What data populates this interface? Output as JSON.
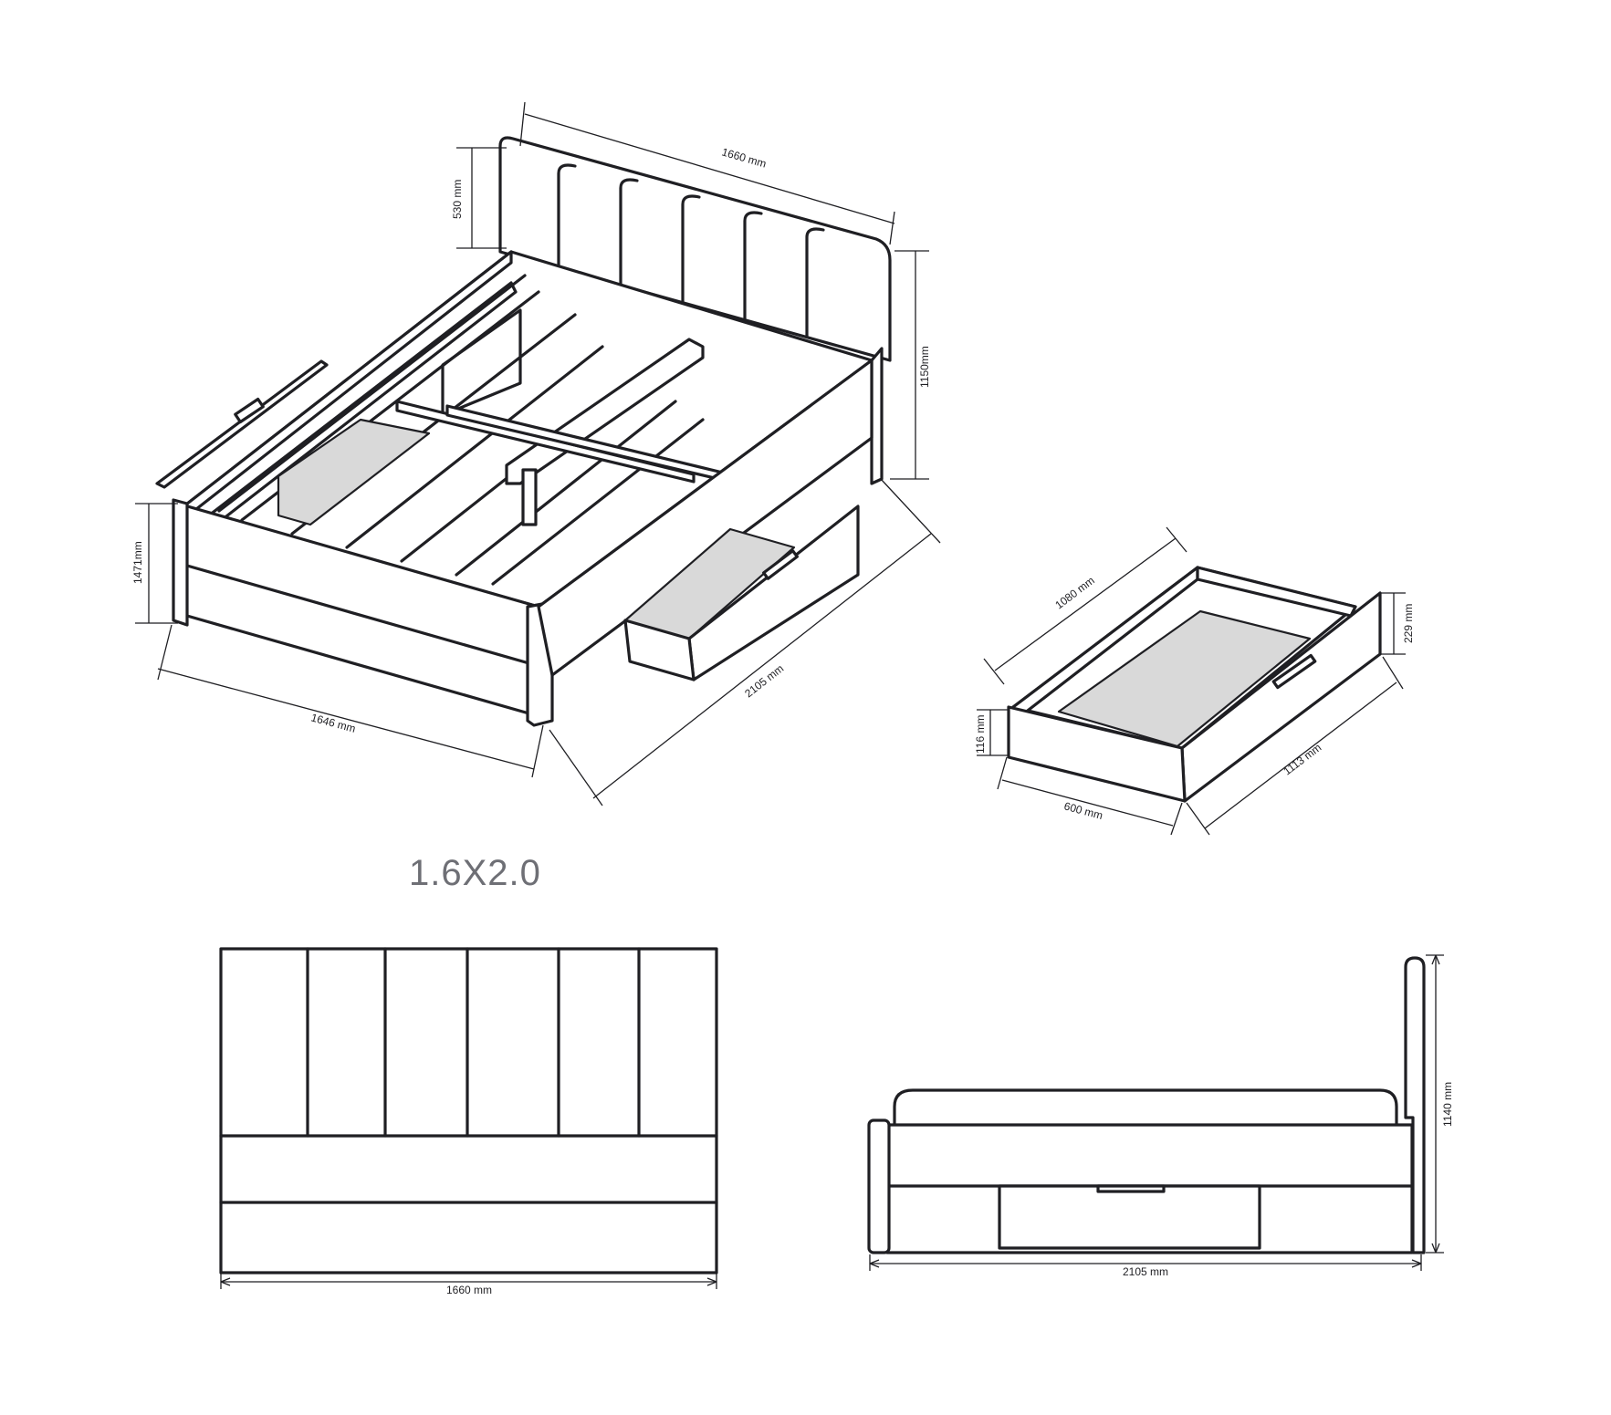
{
  "title": "1.6X2.0",
  "iso_view": {
    "headboard_width": "1660 mm",
    "headboard_height": "530 mm",
    "total_height": "1150mm",
    "frame_width": "1646 mm",
    "frame_length": "2105 mm",
    "footboard_height": "1471mm"
  },
  "drawer_view": {
    "length": "1080 mm",
    "height_front": "229 mm",
    "height_side": "116 mm",
    "width": "600 mm",
    "depth": "1113 mm"
  },
  "front_view": {
    "width": "1660 mm"
  },
  "side_view": {
    "length": "2105 mm",
    "height": "1140 mm"
  },
  "colors": {
    "line": "#1f1f23",
    "panel_fill": "#d9d9d9",
    "title_text": "#6e6f75"
  }
}
